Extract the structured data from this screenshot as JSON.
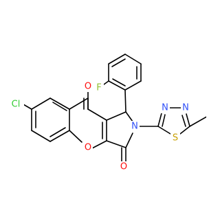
{
  "molecule": {
    "atoms": [
      {
        "id": "Cl",
        "symbol": "Cl",
        "color": "#33cc33"
      },
      {
        "id": "O_top",
        "symbol": "O",
        "color": "#ff0d0d"
      },
      {
        "id": "O_ring",
        "symbol": "O",
        "color": "#ff0d0d"
      },
      {
        "id": "O_bottom",
        "symbol": "O",
        "color": "#ff0d0d"
      },
      {
        "id": "N_ring",
        "symbol": "N",
        "color": "#3050f8"
      },
      {
        "id": "N_td1",
        "symbol": "N",
        "color": "#3050f8"
      },
      {
        "id": "N_td2",
        "symbol": "N",
        "color": "#3050f8"
      },
      {
        "id": "S",
        "symbol": "S",
        "color": "#c8a000"
      },
      {
        "id": "F",
        "symbol": "F",
        "color": "#90c030"
      }
    ]
  }
}
